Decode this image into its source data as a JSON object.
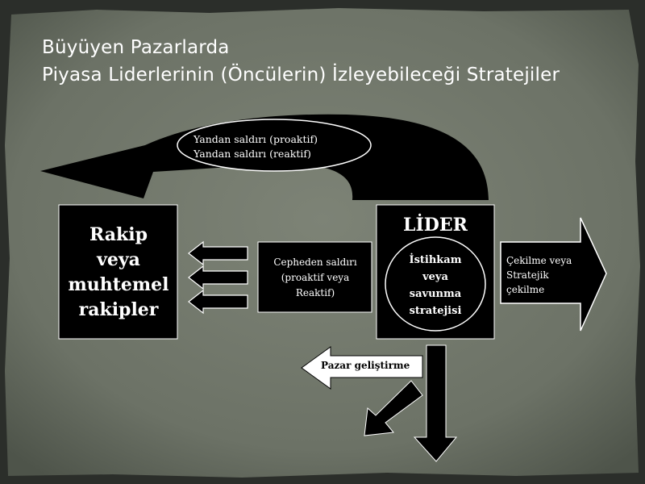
{
  "title": {
    "line1": "Büyüyen Pazarlarda",
    "line2": "Piyasa Liderlerinin (Öncülerin) İzleyebileceği Stratejiler"
  },
  "diagram": {
    "competitor_box": {
      "lines": [
        "Rakip",
        "veya",
        "muhtemel",
        "rakipler"
      ]
    },
    "leader_box": {
      "label": "LİDER"
    },
    "defense_circle": {
      "lines": [
        "İstihkam",
        "veya",
        "savunma",
        "stratejisi"
      ]
    },
    "frontal_box": {
      "lines": [
        "Cepheden saldırı",
        "(proaktif veya",
        "Reaktif)"
      ]
    },
    "flank_ellipse": {
      "lines": [
        "Yandan saldırı (proaktif)",
        "Yandan saldırı (reaktif)"
      ]
    },
    "withdrawal_arrow": {
      "lines": [
        "Çekilme veya",
        "Stratejik",
        "çekilme"
      ]
    },
    "market_dev_arrow": {
      "label": "Pazar geliştirme"
    }
  },
  "colors": {
    "background": "#6f7568",
    "box_fill": "#000000",
    "text_light": "#ffffff",
    "text_dark": "#000000",
    "arrow_light": "#ffffff"
  }
}
